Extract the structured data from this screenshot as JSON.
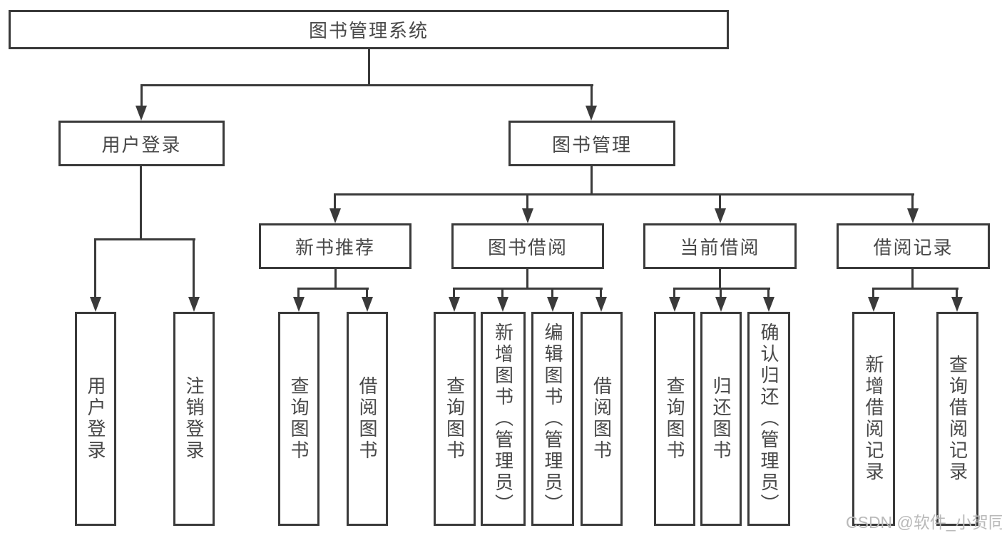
{
  "diagram": {
    "root": "图书管理系统",
    "branches": [
      {
        "label": "用户登录",
        "leaves": [
          "用户登录",
          "注销登录"
        ]
      },
      {
        "label": "图书管理",
        "groups": [
          {
            "label": "新书推荐",
            "leaves": [
              "查询图书",
              "借阅图书"
            ]
          },
          {
            "label": "图书借阅",
            "leaves": [
              "查询图书",
              "新增图书（管理员）",
              "编辑图书（管理员）",
              "借阅图书"
            ]
          },
          {
            "label": "当前借阅",
            "leaves": [
              "查询图书",
              "归还图书",
              "确认归还（管理员）"
            ]
          },
          {
            "label": "借阅记录",
            "leaves": [
              "新增借阅记录",
              "查询借阅记录"
            ]
          }
        ]
      }
    ]
  },
  "watermark": {
    "text": "CSDN @软件_小贺同学"
  },
  "colors": {
    "line": "#3a3a3a",
    "text": "#484848",
    "watermark": "#b9b9b9",
    "background": "#ffffff"
  }
}
